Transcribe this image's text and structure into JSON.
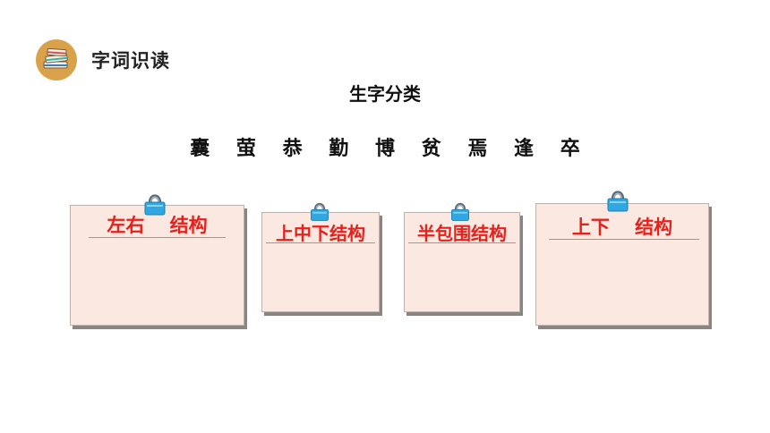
{
  "header": {
    "title": "字词识读",
    "icon": "book-stack-icon"
  },
  "subtitle": "生字分类",
  "characters": [
    "囊",
    "萤",
    "恭",
    "勤",
    "博",
    "贫",
    "焉",
    "逢",
    "卒"
  ],
  "cards": [
    {
      "label": "左右　 结构"
    },
    {
      "label": "上中下结构"
    },
    {
      "label": "半包围结构"
    },
    {
      "label": "上下　 结构"
    }
  ],
  "colors": {
    "label": "#e8201c",
    "card": "#fbe9e1",
    "clip": "#2fa7e0",
    "badge": "#d9a24a"
  }
}
